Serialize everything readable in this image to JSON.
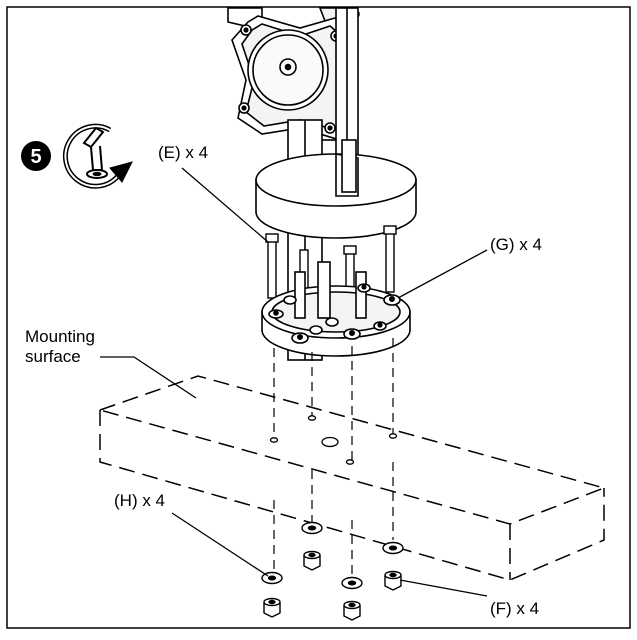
{
  "step": {
    "number": "5"
  },
  "labels": {
    "e": "(E) x 4",
    "g": "(G) x 4",
    "h": "(H) x 4",
    "f": "(F) x 4",
    "mounting_line1": "Mounting",
    "mounting_line2": "surface"
  },
  "icons": {
    "tool": "allen-key-rotate-icon"
  },
  "colors": {
    "ink": "#000000",
    "paper": "#ffffff",
    "shade": "#e8e8e8"
  }
}
